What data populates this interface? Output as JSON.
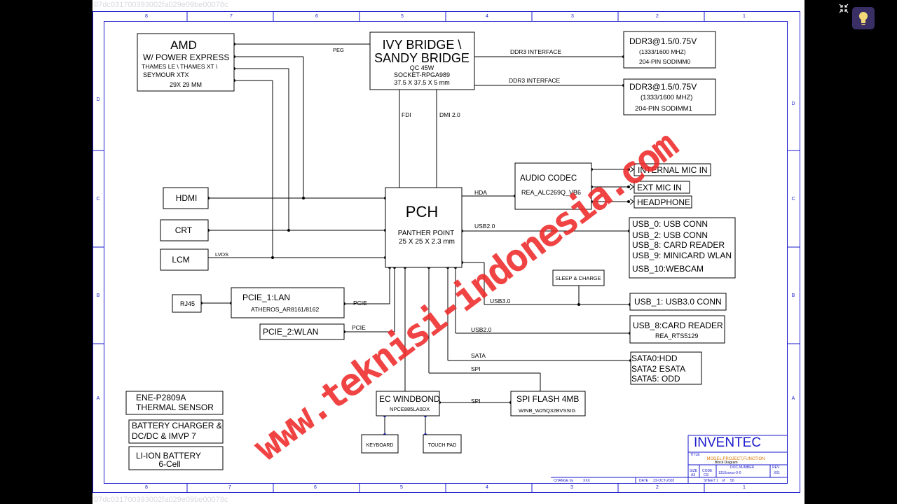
{
  "sheet": {
    "id_text": "07dc031700393002fa029e09be00078c",
    "columns": [
      "8",
      "7",
      "6",
      "5",
      "4",
      "3",
      "2",
      "1"
    ],
    "rows": [
      "D",
      "C",
      "B",
      "A"
    ]
  },
  "cpu": {
    "l1": "IVY BRIDGE \\",
    "l2": "SANDY BRIDGE",
    "l3": "QC 45W",
    "l4": "SOCKET-RPGA989",
    "l5": "37.5 X 37.5 X 5 mm"
  },
  "gpu": {
    "l1": "AMD",
    "l2": "W/ POWER EXPRESS",
    "l3": "THAMES LE \\ THAMES XT \\",
    "l4": "SEYMOUR XTX",
    "l5": "29X 29 MM"
  },
  "dimm0": {
    "l1": "DDR3@1.5/0.75V",
    "l2": "(1333/1600 MHZ)",
    "l3": "204-PIN SODIMM0"
  },
  "dimm1": {
    "l1": "DDR3@1.5/0.75V",
    "l2": "(1333/1600 MHZ)",
    "l3": "204-PIN SODIMM1"
  },
  "pch": {
    "l1": "PCH",
    "l2": "PANTHER POINT",
    "l3": "25 X 25 X 2.3 mm"
  },
  "codec": {
    "l1": "AUDIO CODEC",
    "l2": "REA_ALC269Q_VB6"
  },
  "audio": {
    "mic": "INTERNAL MIC IN",
    "ext": "EXT MIC IN",
    "hp": "HEADPHONE"
  },
  "video": {
    "hdmi": "HDMI",
    "crt": "CRT",
    "lcm": "LCM"
  },
  "usb": {
    "l1": "USB_0: USB CONN",
    "l2": "USB_2: USB CONN",
    "l3": "USB_8: CARD READER",
    "l4": "USB_9: MINICARD WLAN",
    "l5": "USB_10:WEBCAM"
  },
  "sleep": "SLEEP & CHARGE",
  "usb30": "USB_1: USB3.0 CONN",
  "cardreader": {
    "l1": "USB_8:CARD READER",
    "l2": "REA_RTS5129"
  },
  "sata": {
    "l1": "SATA0:HDD",
    "l2": "SATA2 ESATA",
    "l3": "SATA5: ODD"
  },
  "rj45": "RJ45",
  "lan": {
    "l1": "PCIE_1:LAN",
    "l2": "ATHEROS_AR8161/8162"
  },
  "wlan": "PCIE_2:WLAN",
  "ec": {
    "l1": "EC WINDBOND",
    "l2": "NPCE885LA0DX"
  },
  "flash": {
    "l1": "SPI FLASH 4MB",
    "l2": "WINB_W25Q32BVSSIG"
  },
  "keyboard": "KEYBOARD",
  "touchpad": "TOUCH PAD",
  "sensor": {
    "l1": "ENE-P2809A",
    "l2": "THERMAL SENSOR"
  },
  "charger": {
    "l1": "BATTERY CHARGER &",
    "l2": "DC/DC & IMVP 7"
  },
  "battery": {
    "l1": "LI-ION BATTERY",
    "l2": "6-Cell"
  },
  "buses": {
    "peg": "PEG",
    "ddr_a": "DDR3 INTERFACE",
    "ddr_b": "DDR3 INTERFACE",
    "fdi": "FDI",
    "dmi": "DMI 2.0",
    "hda": "HDA",
    "usb20": "USB2.0",
    "lvds": "LVDS",
    "usb30": "USB3.0",
    "usb20b": "USB2.0",
    "pcie_a": "PCIE",
    "pcie_b": "PCIE",
    "sata": "SATA",
    "spi_a": "SPI",
    "spi_b": "SPI"
  },
  "title_block": {
    "company": "INVENTEC",
    "title_label": "TITLE",
    "project": "MODEL,PROJECT,FUNCTION",
    "doc_title": "Block Diagram",
    "size_label": "SIZE",
    "size": "A3",
    "code_label": "CODE",
    "code": "CS",
    "docnum_label": "DOC.NUMBER",
    "docnum": "1310xxxxx-0-0",
    "rev_label": "REV",
    "rev": "X01",
    "change_label": "CHANGE by",
    "change": "XXX",
    "date_label": "DATE",
    "date": "23-OCT-2002",
    "sheet_label": "SHEET",
    "sheet": "1",
    "of_label": "of",
    "of": "50"
  },
  "watermark": "www.teknisi-indonesia.com",
  "colors": {
    "frame": "#1a1acc",
    "watermark": "#ee2a2a",
    "company": "#1a1acc",
    "bulb_button": "#3a2f64",
    "bulb": "#f3d878"
  },
  "icons": [
    "collapse-arrows-icon",
    "lightbulb-icon"
  ]
}
